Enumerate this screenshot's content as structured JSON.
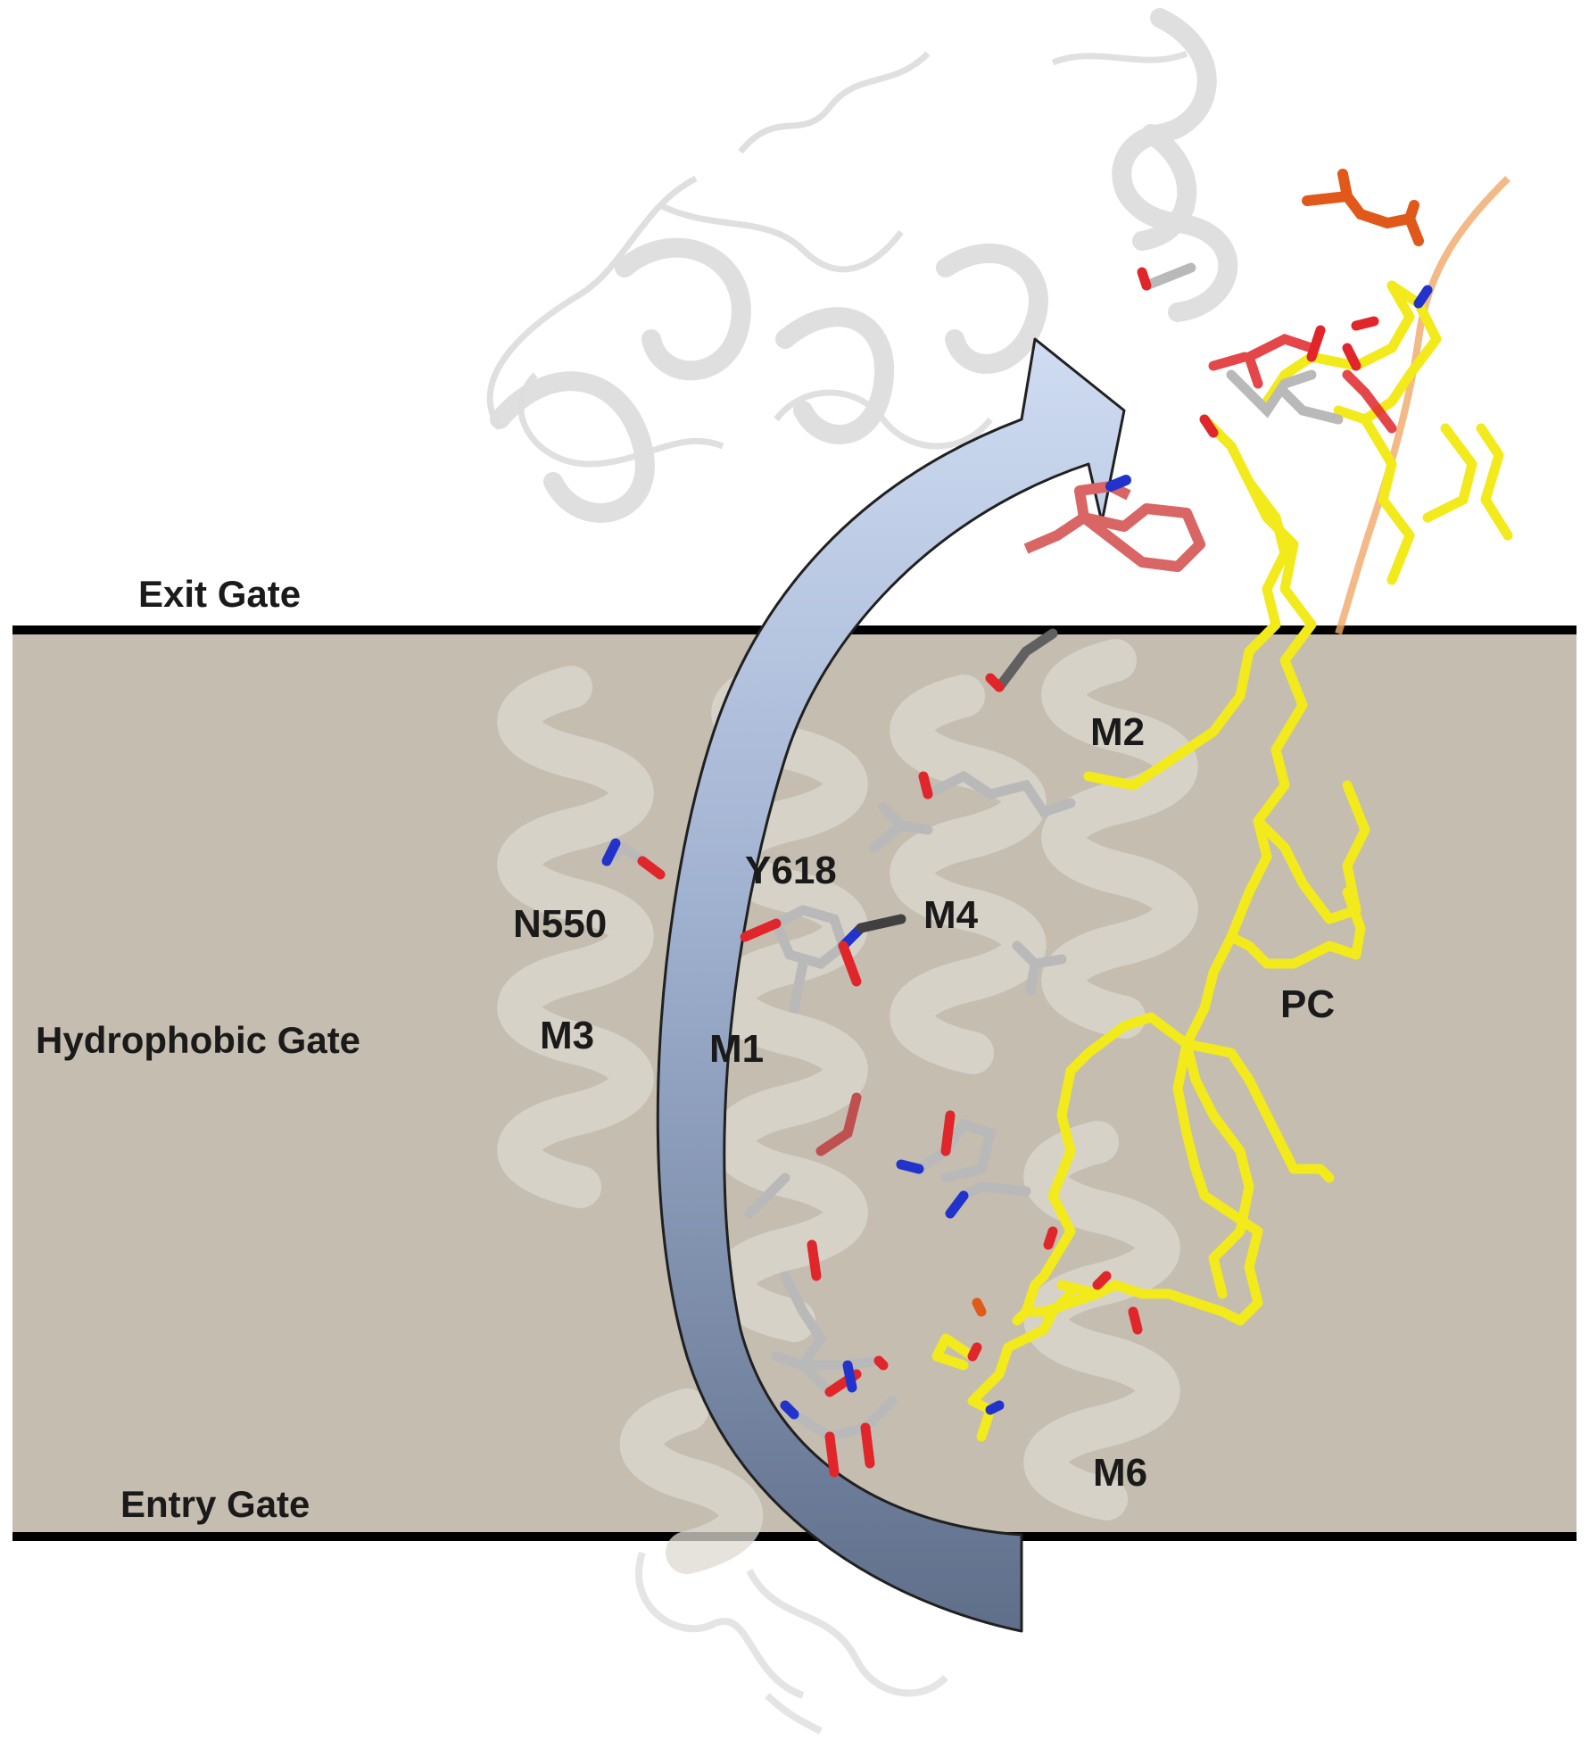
{
  "colors": {
    "membrane": "#c4bdb0",
    "membrane_line": "#000000",
    "helix_fill": "#d9d4cc",
    "helix_stroke": "#a8a39a",
    "lipid": "#f2ea1b",
    "oxygen": "#e0262a",
    "nitrogen": "#2233cc",
    "carbon": "#b9b9b9",
    "tryptophan": "#d96565",
    "orange_ligand": "#e0581a",
    "arrow_top": "#c7d6ee",
    "arrow_bottom": "#6a7a94"
  },
  "labels": {
    "exit_gate": "Exit Gate",
    "hydrophobic_gate": "Hydrophobic Gate",
    "entry_gate": "Entry Gate",
    "m1": "M1",
    "m2": "M2",
    "m3": "M3",
    "m4": "M4",
    "m6": "M6",
    "n550": "N550",
    "y618": "Y618",
    "pc": "PC"
  },
  "icons": {
    "arrow": "curved-translocation-arrow-icon",
    "lipid": "phosphatidylcholine-stick-icon"
  }
}
